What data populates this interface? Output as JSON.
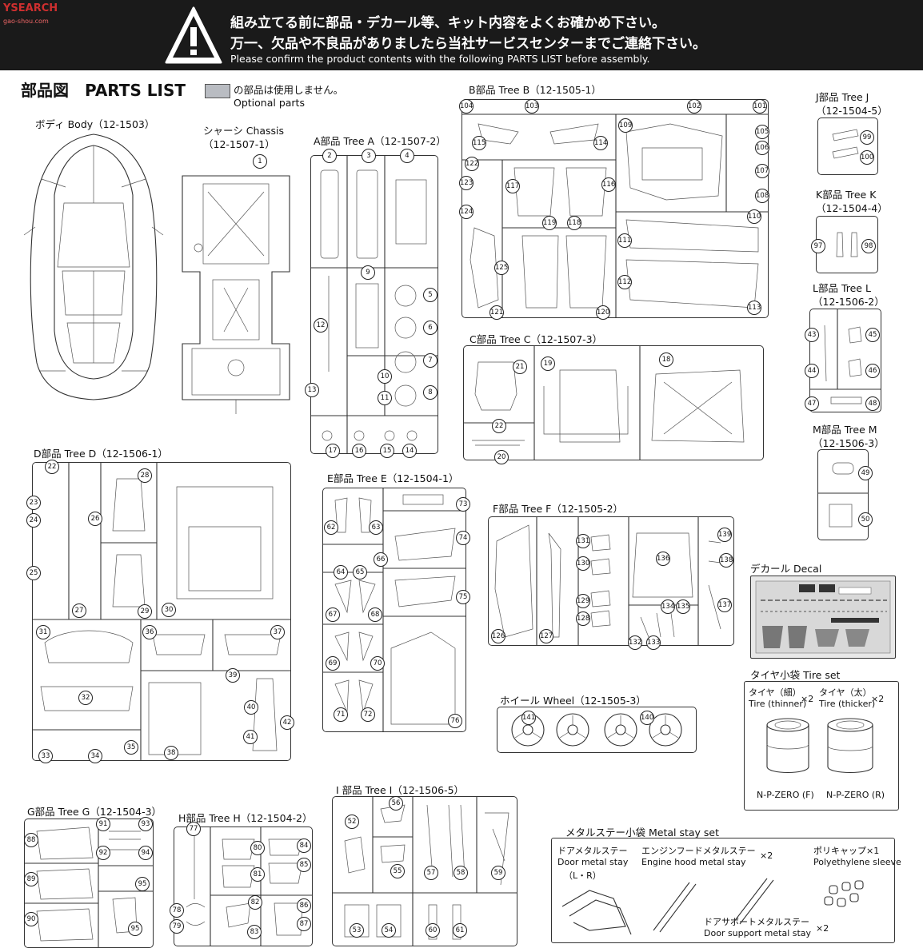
{
  "watermark": {
    "text": "YSEARCH",
    "sub": "gao-shou.com"
  },
  "banner": {
    "line1": "組み立てる前に部品・デカール等、キット内容をよくお確かめ下さい。",
    "line2": "万一、欠品や不良品がありましたら当社サービスセンターまでご連絡下さい。",
    "line3": "Please confirm the product contents with the following PARTS LIST before assembly.",
    "icon": "warning-triangle-icon"
  },
  "parts_list": {
    "title": "部品図　PARTS LIST",
    "optional_jp": "の部品は使用しません。",
    "optional_en": "Optional parts",
    "optional_color": "#b9bcc2"
  },
  "body": {
    "label": "ボディ Body（12-1503）"
  },
  "chassis": {
    "label1": "シャーシ Chassis",
    "label2": "（12-1507-1）",
    "num": "1"
  },
  "tree_a": {
    "label": "A部品 Tree A（12-1507-2）"
  },
  "tree_b": {
    "label": "B部品 Tree B（12-1505-1）"
  },
  "tree_c": {
    "label": "C部品 Tree C（12-1507-3）"
  },
  "tree_d": {
    "label": "D部品 Tree D（12-1506-1）"
  },
  "tree_e": {
    "label": "E部品 Tree E（12-1504-1）"
  },
  "tree_f": {
    "label": "F部品 Tree F（12-1505-2）"
  },
  "tree_g": {
    "label": "G部品 Tree G（12-1504-3）"
  },
  "tree_h": {
    "label": "H部品 Tree H（12-1504-2）"
  },
  "tree_i": {
    "label": "I 部品 Tree I（12-1506-5）"
  },
  "tree_j": {
    "label1": "J部品 Tree J",
    "label2": "（12-1504-5）"
  },
  "tree_k": {
    "label1": "K部品 Tree K",
    "label2": "（12-1504-4）"
  },
  "tree_l": {
    "label1": "L部品 Tree L",
    "label2": "（12-1506-2）"
  },
  "tree_m": {
    "label1": "M部品 Tree M",
    "label2": "（12-1506-3）"
  },
  "wheel": {
    "label": "ホイール Wheel（12-1505-3）",
    "nums": [
      "141",
      "140"
    ]
  },
  "decal": {
    "label": "デカール Decal"
  },
  "tire_set": {
    "label": "タイヤ小袋 Tire set",
    "thin_jp": "タイヤ（細）",
    "thin_en": "Tire (thinner)",
    "thick_jp": "タイヤ（太）",
    "thick_en": "Tire (thicker)",
    "qty": "×2",
    "brand_f": "N-P-ZERO (F)",
    "brand_r": "N-P-ZERO (R)"
  },
  "metal_stay": {
    "label": "メタルステー小袋 Metal stay set",
    "door_jp": "ドアメタルステー",
    "door_en": "Door metal stay",
    "door_lr": "（L・R）",
    "hood_jp": "エンジンフードメタルステー",
    "hood_en": "Engine hood metal stay",
    "hood_qty": "×2",
    "cap_jp": "ポリキャップ×1",
    "cap_en": "Polyethylene sleeve",
    "support_jp": "ドアサポートメタルステー",
    "support_en": "Door support metal stay",
    "support_qty": "×2"
  },
  "part_numbers": {
    "a": [
      "2",
      "3",
      "4",
      "5",
      "6",
      "7",
      "8",
      "9",
      "12",
      "13",
      "10",
      "11",
      "17",
      "16",
      "15",
      "14"
    ],
    "b": [
      "104",
      "103",
      "102",
      "101",
      "115",
      "114",
      "109",
      "105",
      "106",
      "122",
      "123",
      "124",
      "117",
      "116",
      "107",
      "108",
      "119",
      "118",
      "110",
      "111",
      "125",
      "112",
      "121",
      "120",
      "113"
    ],
    "c": [
      "21",
      "19",
      "18",
      "22",
      "20"
    ],
    "d": [
      "22",
      "28",
      "23",
      "24",
      "26",
      "25",
      "27",
      "29",
      "30",
      "31",
      "36",
      "37",
      "32",
      "39",
      "40",
      "41",
      "42",
      "33",
      "34",
      "35",
      "38"
    ],
    "e": [
      "73",
      "62",
      "63",
      "74",
      "66",
      "64",
      "65",
      "75",
      "67",
      "68",
      "69",
      "70",
      "71",
      "72",
      "76"
    ],
    "f": [
      "139",
      "131",
      "130",
      "136",
      "138",
      "129",
      "128",
      "137",
      "134",
      "135",
      "126",
      "127",
      "132",
      "133"
    ],
    "g": [
      "91",
      "93",
      "88",
      "92",
      "94",
      "89",
      "95",
      "90",
      "95"
    ],
    "h": [
      "77",
      "80",
      "84",
      "85",
      "81",
      "82",
      "86",
      "78",
      "79",
      "83",
      "87"
    ],
    "i": [
      "56",
      "52",
      "55",
      "57",
      "58",
      "59",
      "53",
      "54",
      "60",
      "61"
    ],
    "j": [
      "99",
      "100"
    ],
    "k": [
      "97",
      "98"
    ],
    "l": [
      "43",
      "45",
      "44",
      "46",
      "47",
      "48"
    ],
    "m": [
      "49",
      "50"
    ]
  }
}
